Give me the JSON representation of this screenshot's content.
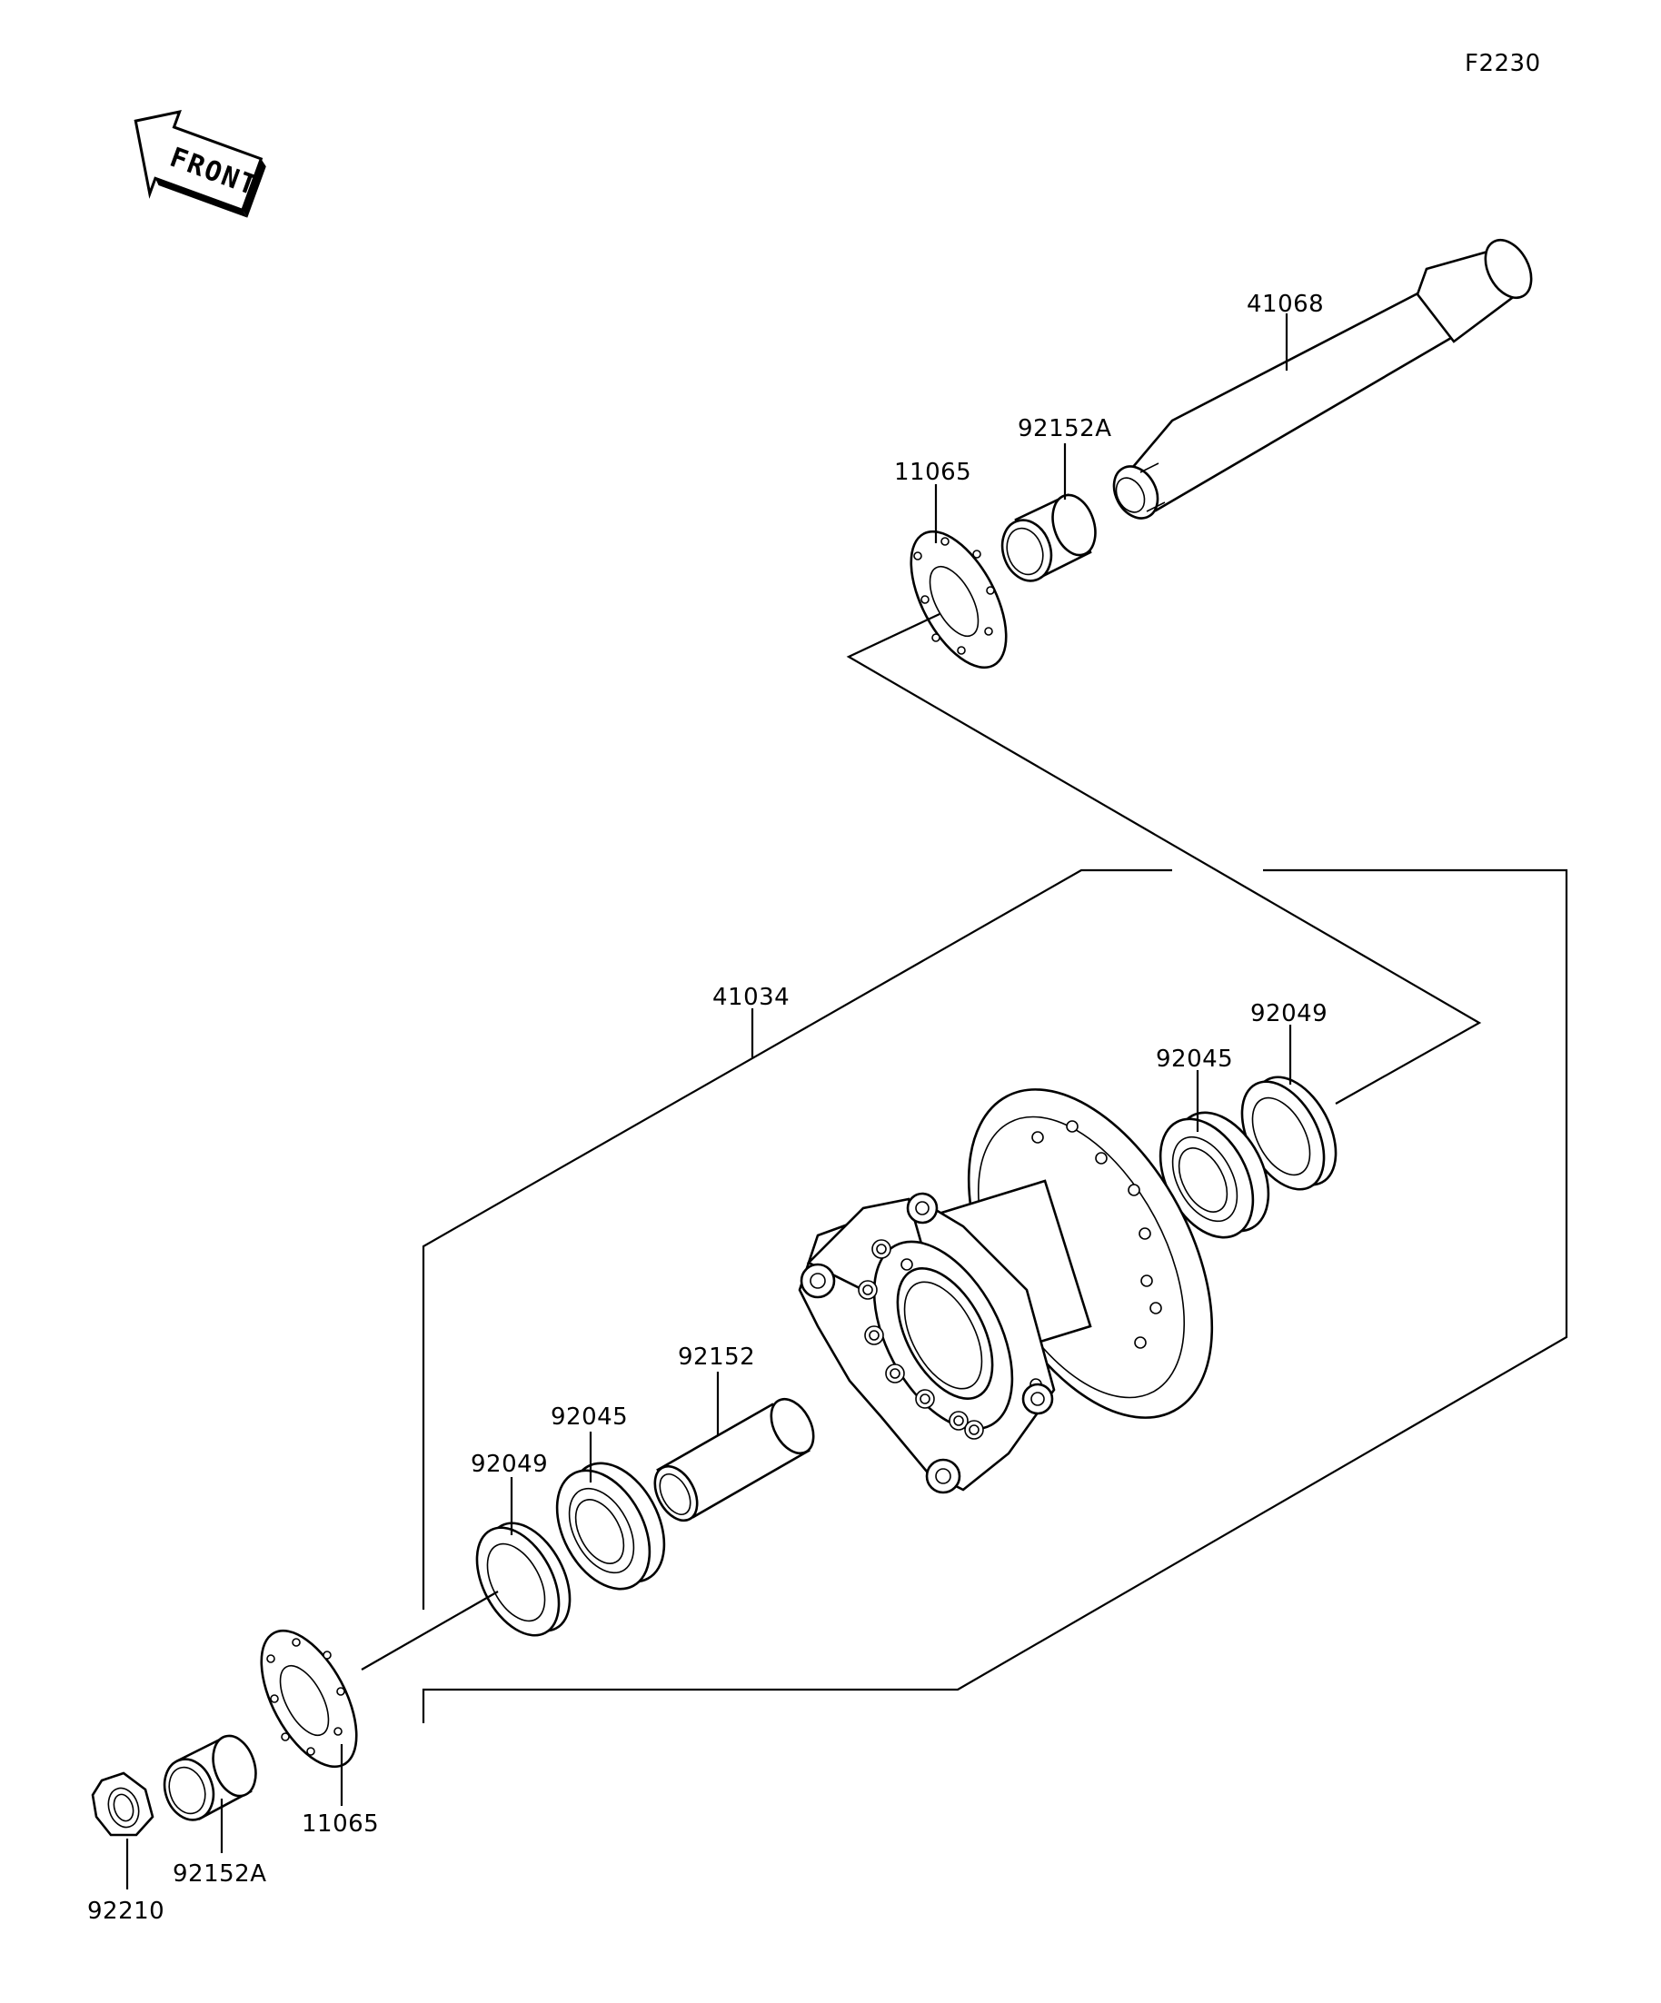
{
  "figure_code": "F2230",
  "front_label": "FRONT",
  "callouts": {
    "axle": "41068",
    "collar_top": "92152A",
    "coupling_top": "11065",
    "hub": "41034",
    "bearing_right": "92045",
    "seal_right": "92049",
    "spacer": "92152",
    "bearing_left": "92045",
    "seal_left": "92049",
    "coupling_bottom": "11065",
    "collar_bottom": "92152A",
    "nut": "92210"
  }
}
